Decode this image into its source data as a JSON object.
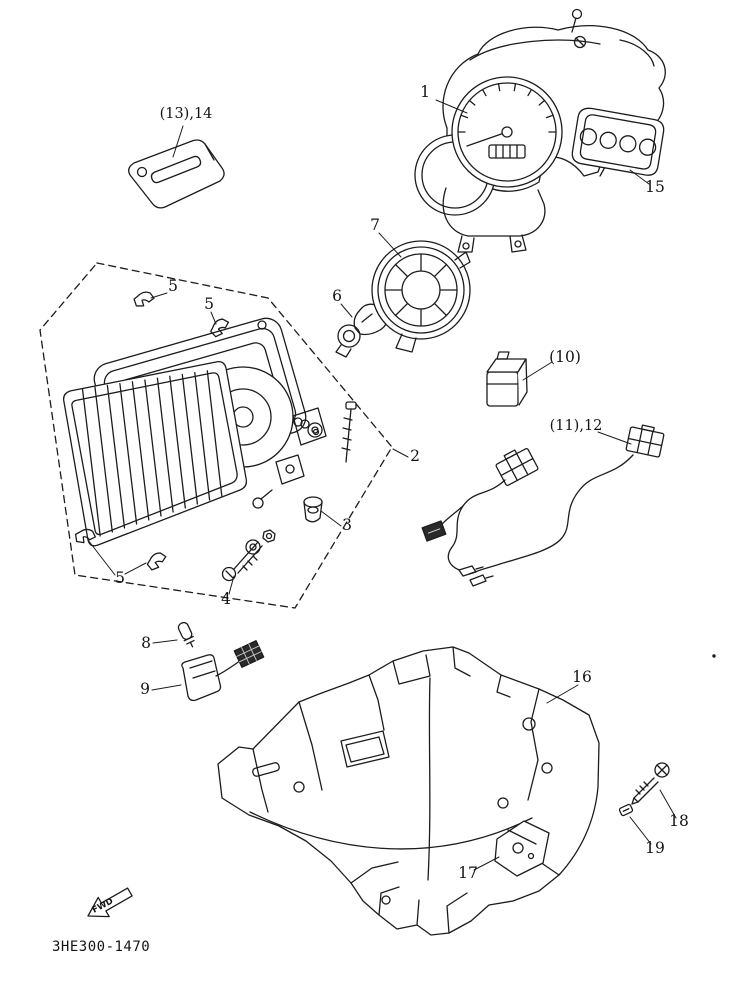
{
  "diagram": {
    "type": "exploded-parts-diagram",
    "part_code": "3HE300-1470",
    "fwd_label": "FWD",
    "labels": [
      {
        "text": "1"
      },
      {
        "text": "(13),14"
      },
      {
        "text": "15"
      },
      {
        "text": "7"
      },
      {
        "text": "5"
      },
      {
        "text": "5"
      },
      {
        "text": "6"
      },
      {
        "text": "(10)"
      },
      {
        "text": "(11),12"
      },
      {
        "text": "2"
      },
      {
        "text": "3"
      },
      {
        "text": "5"
      },
      {
        "text": "4"
      },
      {
        "text": "8"
      },
      {
        "text": "9"
      },
      {
        "text": "16"
      },
      {
        "text": "18"
      },
      {
        "text": "19"
      },
      {
        "text": "17"
      }
    ]
  }
}
